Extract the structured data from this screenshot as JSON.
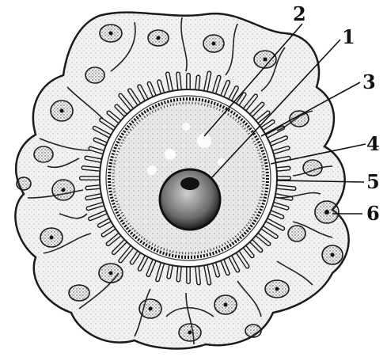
{
  "callouts": [
    {
      "id": "1",
      "text": "1"
    },
    {
      "id": "2",
      "text": "2"
    },
    {
      "id": "3",
      "text": "3"
    },
    {
      "id": "4",
      "text": "4"
    },
    {
      "id": "5",
      "text": "5"
    },
    {
      "id": "6",
      "text": "6"
    }
  ],
  "colors": {
    "ink": "#111111",
    "paper": "#ffffff",
    "cytoplasm": "#eeeeee",
    "corona": "#f4f4f4"
  }
}
